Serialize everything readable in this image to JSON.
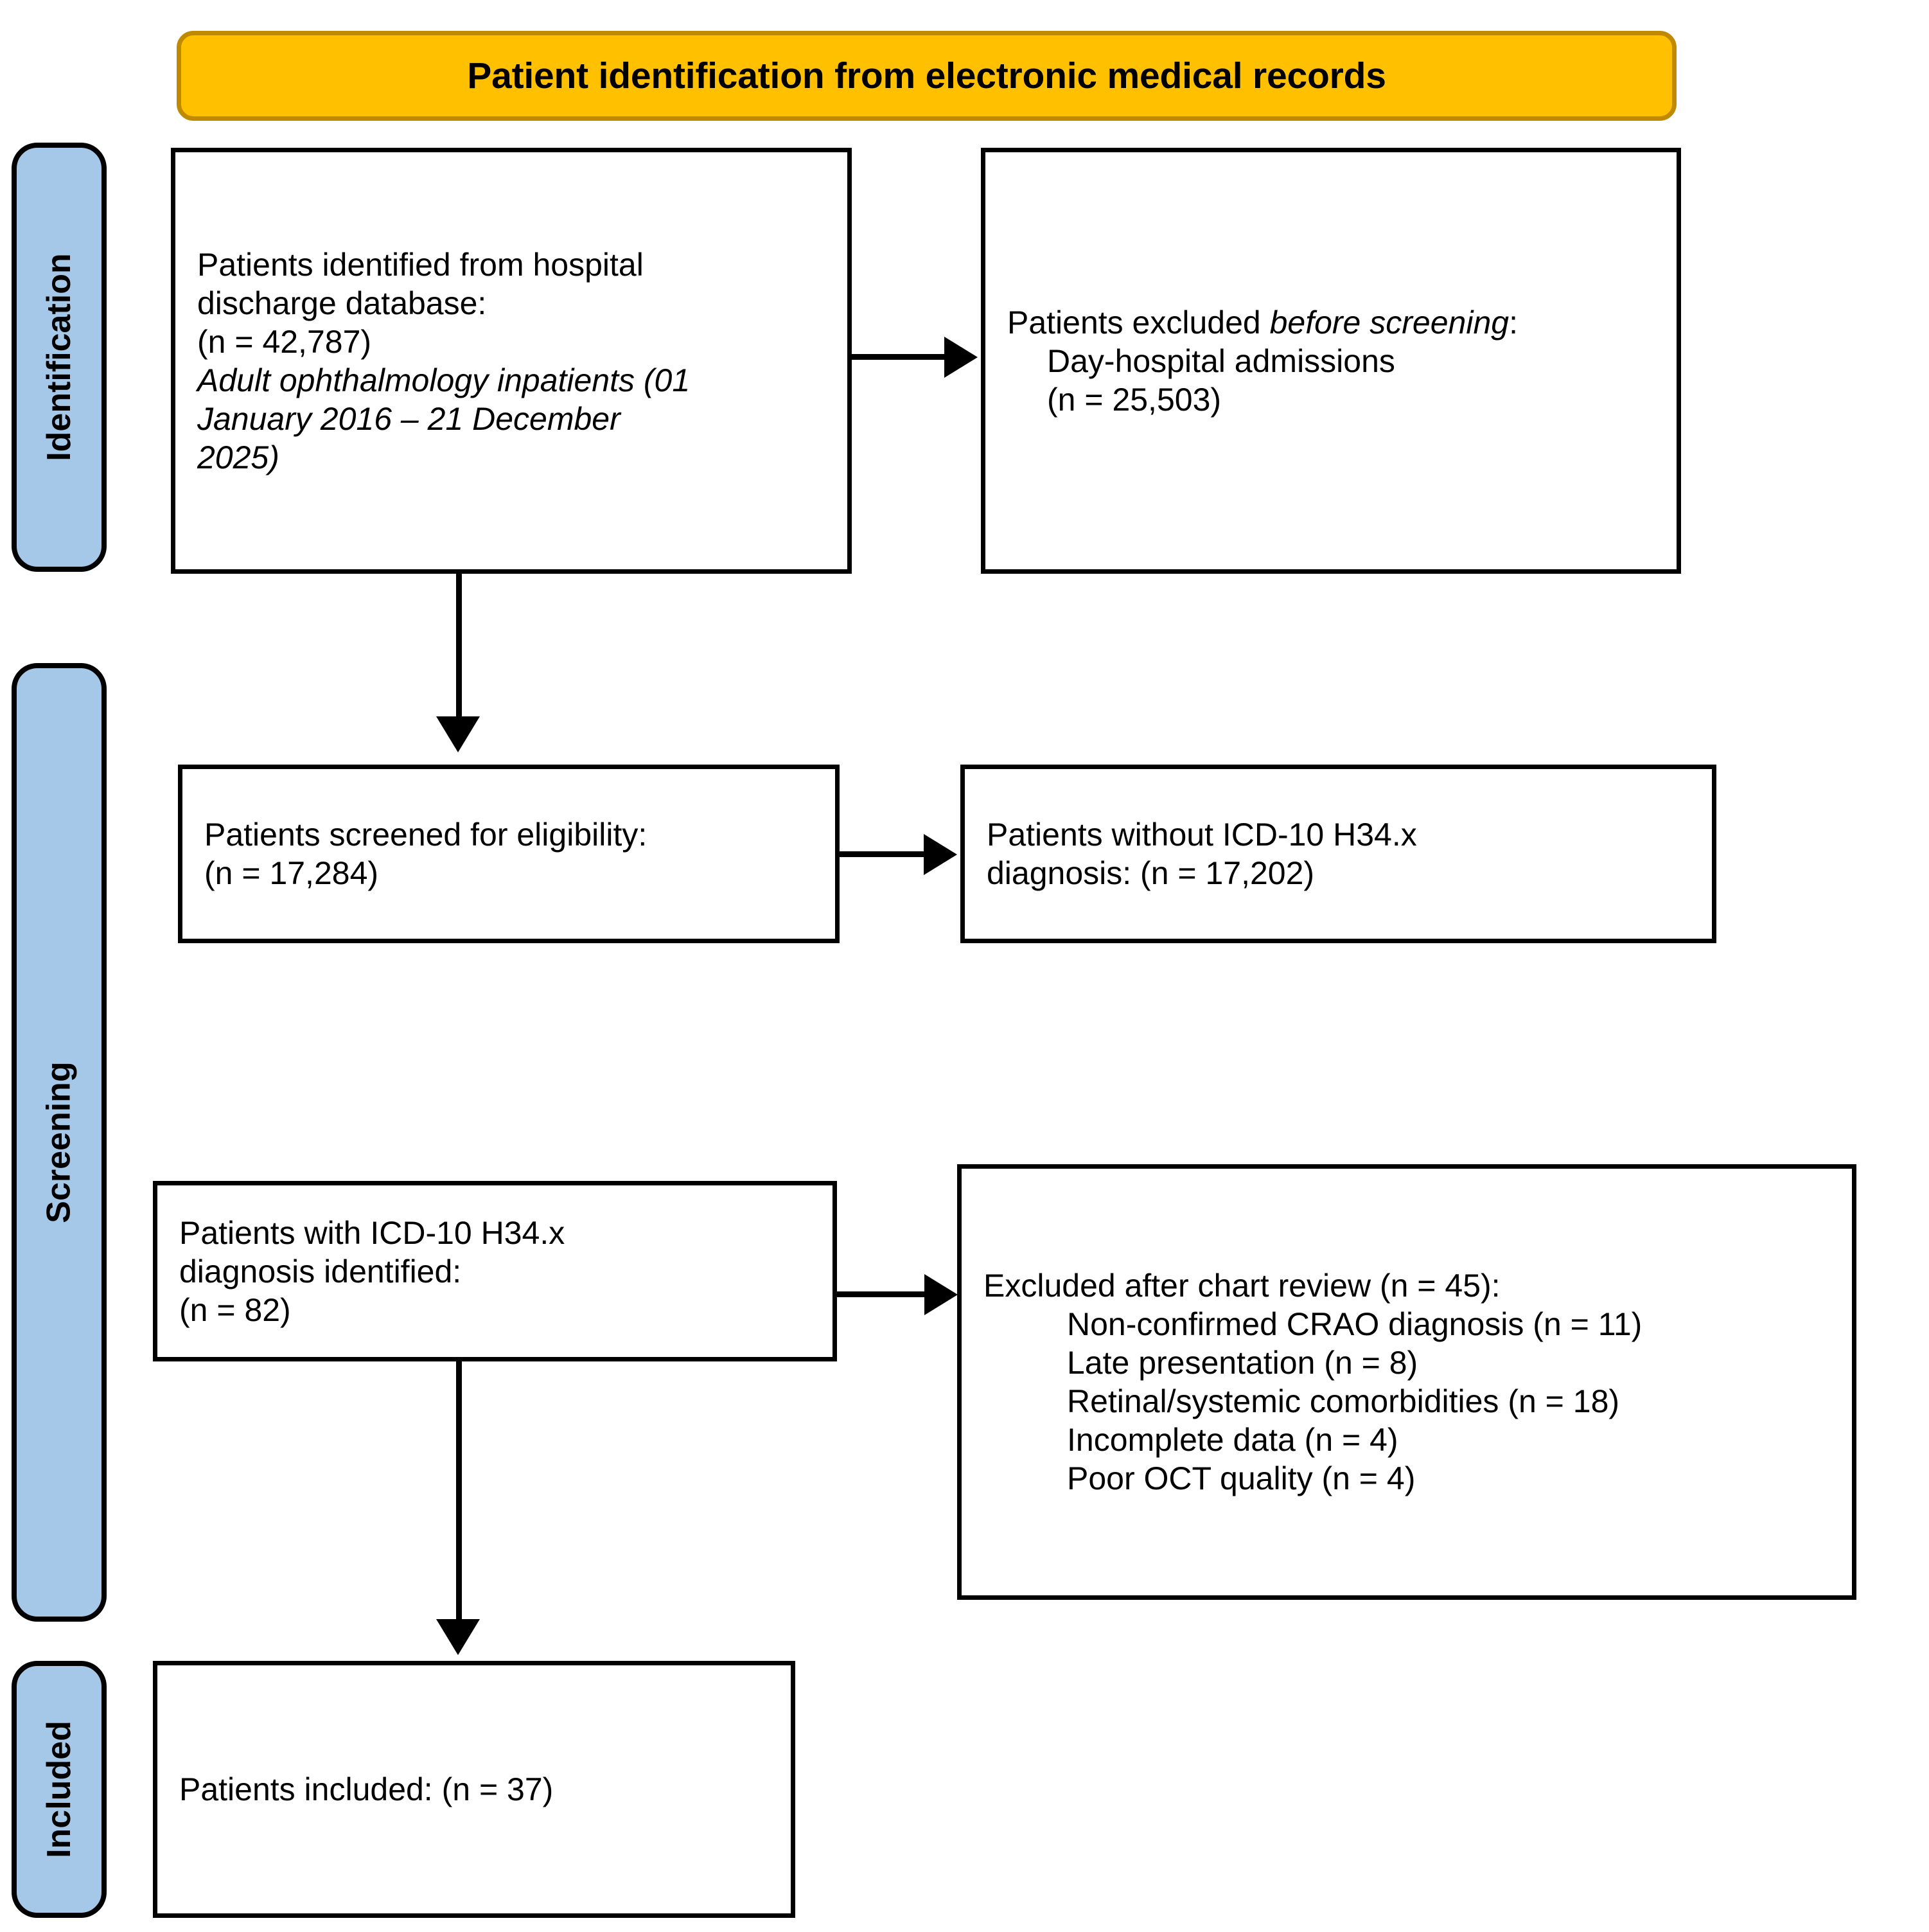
{
  "header": {
    "title": "Patient identification from electronic medical records",
    "fill_color": "#FFC000",
    "border_color": "#C08A00"
  },
  "stages": {
    "fill_color": "#A5C8E8",
    "identification": "Identification",
    "screening": "Screening",
    "included": "Included"
  },
  "boxes": {
    "identified": {
      "lines": [
        {
          "text": "Patients identified from hospital",
          "style": "normal"
        },
        {
          "text": "discharge database:",
          "style": "normal"
        },
        {
          "text": "(n = 42,787)",
          "style": "normal"
        },
        {
          "text": "Adult ophthalmology inpatients (01",
          "style": "italic"
        },
        {
          "text": "January 2016 – 21 December",
          "style": "italic"
        },
        {
          "text": "2025)",
          "style": "italic"
        }
      ]
    },
    "excluded_before_screening": {
      "lines": [
        {
          "text": "Patients excluded ",
          "style": "normal",
          "italic_tail": "before screening",
          "tail_after": ":"
        },
        {
          "text": "Day-hospital admissions",
          "style": "normal",
          "indent": 1
        },
        {
          "text": "(n = 25,503)",
          "style": "normal",
          "indent": 1
        }
      ]
    },
    "screened": {
      "lines": [
        {
          "text": "Patients screened for eligibility:",
          "style": "normal"
        },
        {
          "text": "(n = 17,284)",
          "style": "normal"
        }
      ]
    },
    "without_icd": {
      "lines": [
        {
          "text": "Patients without ICD-10 H34.x",
          "style": "normal"
        },
        {
          "text": "diagnosis: (n = 17,202)",
          "style": "normal"
        }
      ]
    },
    "with_icd": {
      "lines": [
        {
          "text": "Patients with ICD-10 H34.x",
          "style": "normal"
        },
        {
          "text": "diagnosis identified:",
          "style": "normal"
        },
        {
          "text": "(n = 82)",
          "style": "normal"
        }
      ]
    },
    "chart_review": {
      "lines": [
        {
          "text": "Excluded after chart review (n = 45):",
          "style": "normal"
        },
        {
          "text": "Non-confirmed CRAO diagnosis (n = 11)",
          "style": "normal",
          "indent": 2
        },
        {
          "text": "Late presentation (n = 8)",
          "style": "normal",
          "indent": 2
        },
        {
          "text": "Retinal/systemic comorbidities (n = 18)",
          "style": "normal",
          "indent": 2
        },
        {
          "text": "Incomplete data (n = 4)",
          "style": "normal",
          "indent": 2
        },
        {
          "text": "Poor OCT quality (n = 4)",
          "style": "normal",
          "indent": 2
        }
      ]
    },
    "included": {
      "lines": [
        {
          "text": "Patients included: (n = 37)",
          "style": "normal"
        }
      ]
    }
  },
  "connectors": [
    {
      "name": "identified-to-screened",
      "direction": "down"
    },
    {
      "name": "with-icd-to-included",
      "direction": "down"
    },
    {
      "name": "identified-to-excluded-pre",
      "direction": "right"
    },
    {
      "name": "screened-to-without-icd",
      "direction": "right"
    },
    {
      "name": "with-icd-to-chart-review",
      "direction": "right"
    }
  ]
}
